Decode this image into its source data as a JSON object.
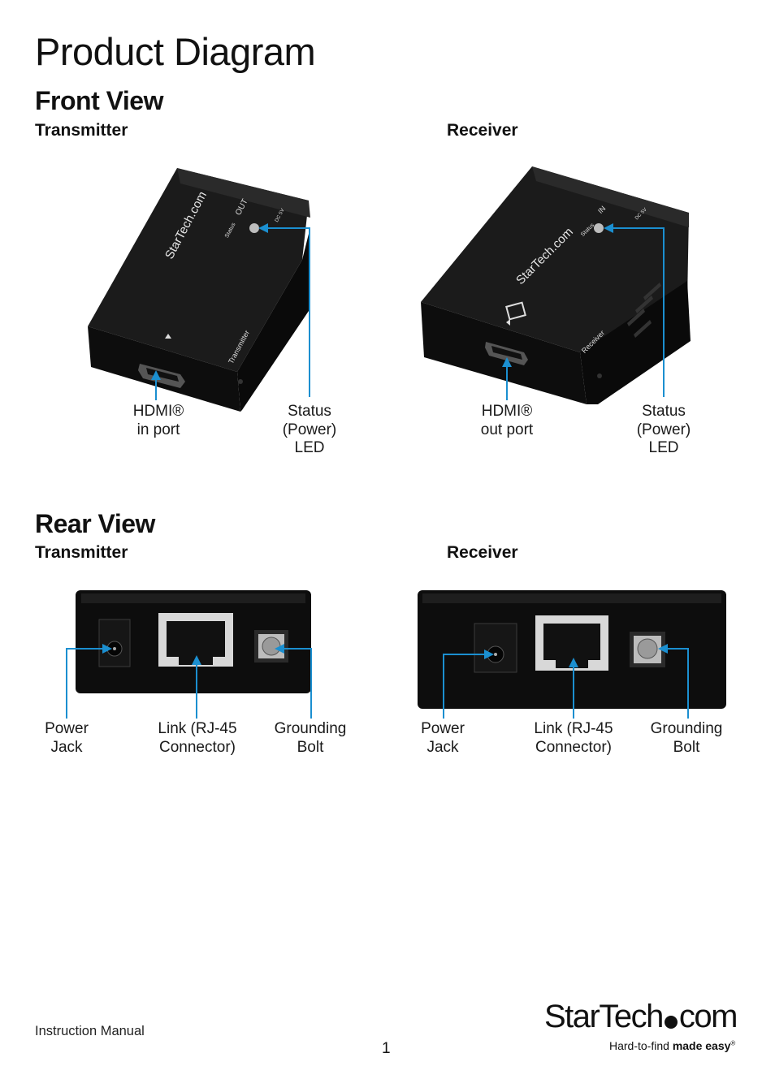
{
  "page_title": "Product Diagram",
  "front": {
    "heading": "Front View",
    "transmitter": {
      "label": "Transmitter",
      "device_text": {
        "brand": "StarTech.com",
        "status": "Status",
        "out": "OUT",
        "dc": "DC 5V",
        "model": "Transmitter"
      },
      "callouts": {
        "hdmi": {
          "line1": "HDMI®",
          "line2": "in port"
        },
        "status": {
          "line1": "Status",
          "line2": "(Power)",
          "line3": "LED"
        }
      }
    },
    "receiver": {
      "label": "Receiver",
      "device_text": {
        "brand": "StarTech.com",
        "status": "Status",
        "in": "IN",
        "dc": "DC 5V",
        "model": "Receiver"
      },
      "callouts": {
        "hdmi": {
          "line1": "HDMI®",
          "line2": "out port"
        },
        "status": {
          "line1": "Status",
          "line2": "(Power)",
          "line3": "LED"
        }
      }
    }
  },
  "rear": {
    "heading": "Rear View",
    "transmitter": {
      "label": "Transmitter",
      "callouts": {
        "power": {
          "line1": "Power",
          "line2": "Jack"
        },
        "link": {
          "line1": "Link (RJ-45",
          "line2": "Connector)"
        },
        "ground": {
          "line1": "Grounding",
          "line2": "Bolt"
        }
      }
    },
    "receiver": {
      "label": "Receiver",
      "callouts": {
        "power": {
          "line1": "Power",
          "line2": "Jack"
        },
        "link": {
          "line1": "Link (RJ-45",
          "line2": "Connector)"
        },
        "ground": {
          "line1": "Grounding",
          "line2": "Bolt"
        }
      }
    }
  },
  "footer": {
    "manual": "Instruction Manual",
    "page_number": "1",
    "logo": {
      "brand_left": "StarTech",
      "brand_right": "com",
      "tagline_prefix": "Hard-to-find ",
      "tagline_bold": "made easy",
      "tagline_mark": "®"
    }
  },
  "colors": {
    "callout_line": "#1b8fd0",
    "device_body": "#141414",
    "text": "#111111"
  }
}
